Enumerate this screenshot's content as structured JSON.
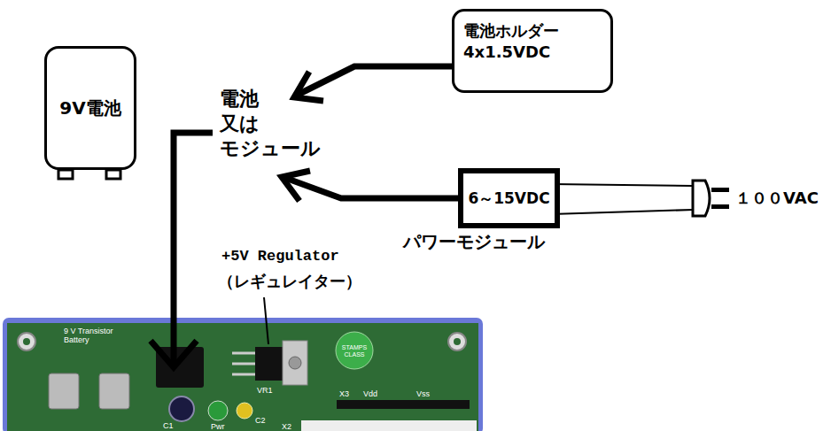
{
  "diagram": {
    "nodes": [
      {
        "text": [
          "電池ホルダー 4x1.5VDC"
        ]
      },
      {
        "text": [
          "9V電池"
        ]
      },
      {
        "text": [
          "6～15VDC",
          "パワーモジュール"
        ]
      }
    ],
    "labels": [
      "電池 又は モジュール",
      "１００VAC",
      "+5V Regulator",
      "（レギュレイター）",
      "9 V Transistor Battery",
      "VR1",
      "STAMPS CLASS",
      "Pwr",
      "C1",
      "C2",
      "X3",
      "Vdd",
      "Vss",
      "X2"
    ]
  }
}
